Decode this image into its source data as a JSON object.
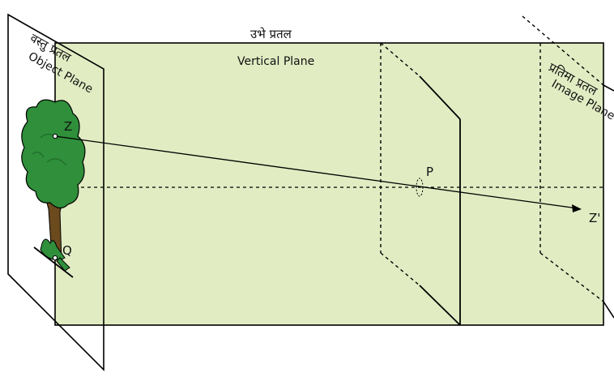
{
  "title_hi": "उभे प्रतल",
  "vertical_plane": "Vertical Plane",
  "object_plane": {
    "hi": "वस्तु प्रतल",
    "en": "Object Plane"
  },
  "image_plane": {
    "hi": "प्रतिमा प्रतल",
    "en": "Image Plane"
  },
  "points": {
    "z": "Z",
    "z_prime": "Z'",
    "p": "P",
    "q": "Q"
  },
  "colors": {
    "plane_fill": "#e2ecc3",
    "tree_leaf": "#2f8f3a",
    "tree_leaf_dark": "#1f6b2a",
    "trunk": "#6b4a1e",
    "line": "#000000"
  }
}
